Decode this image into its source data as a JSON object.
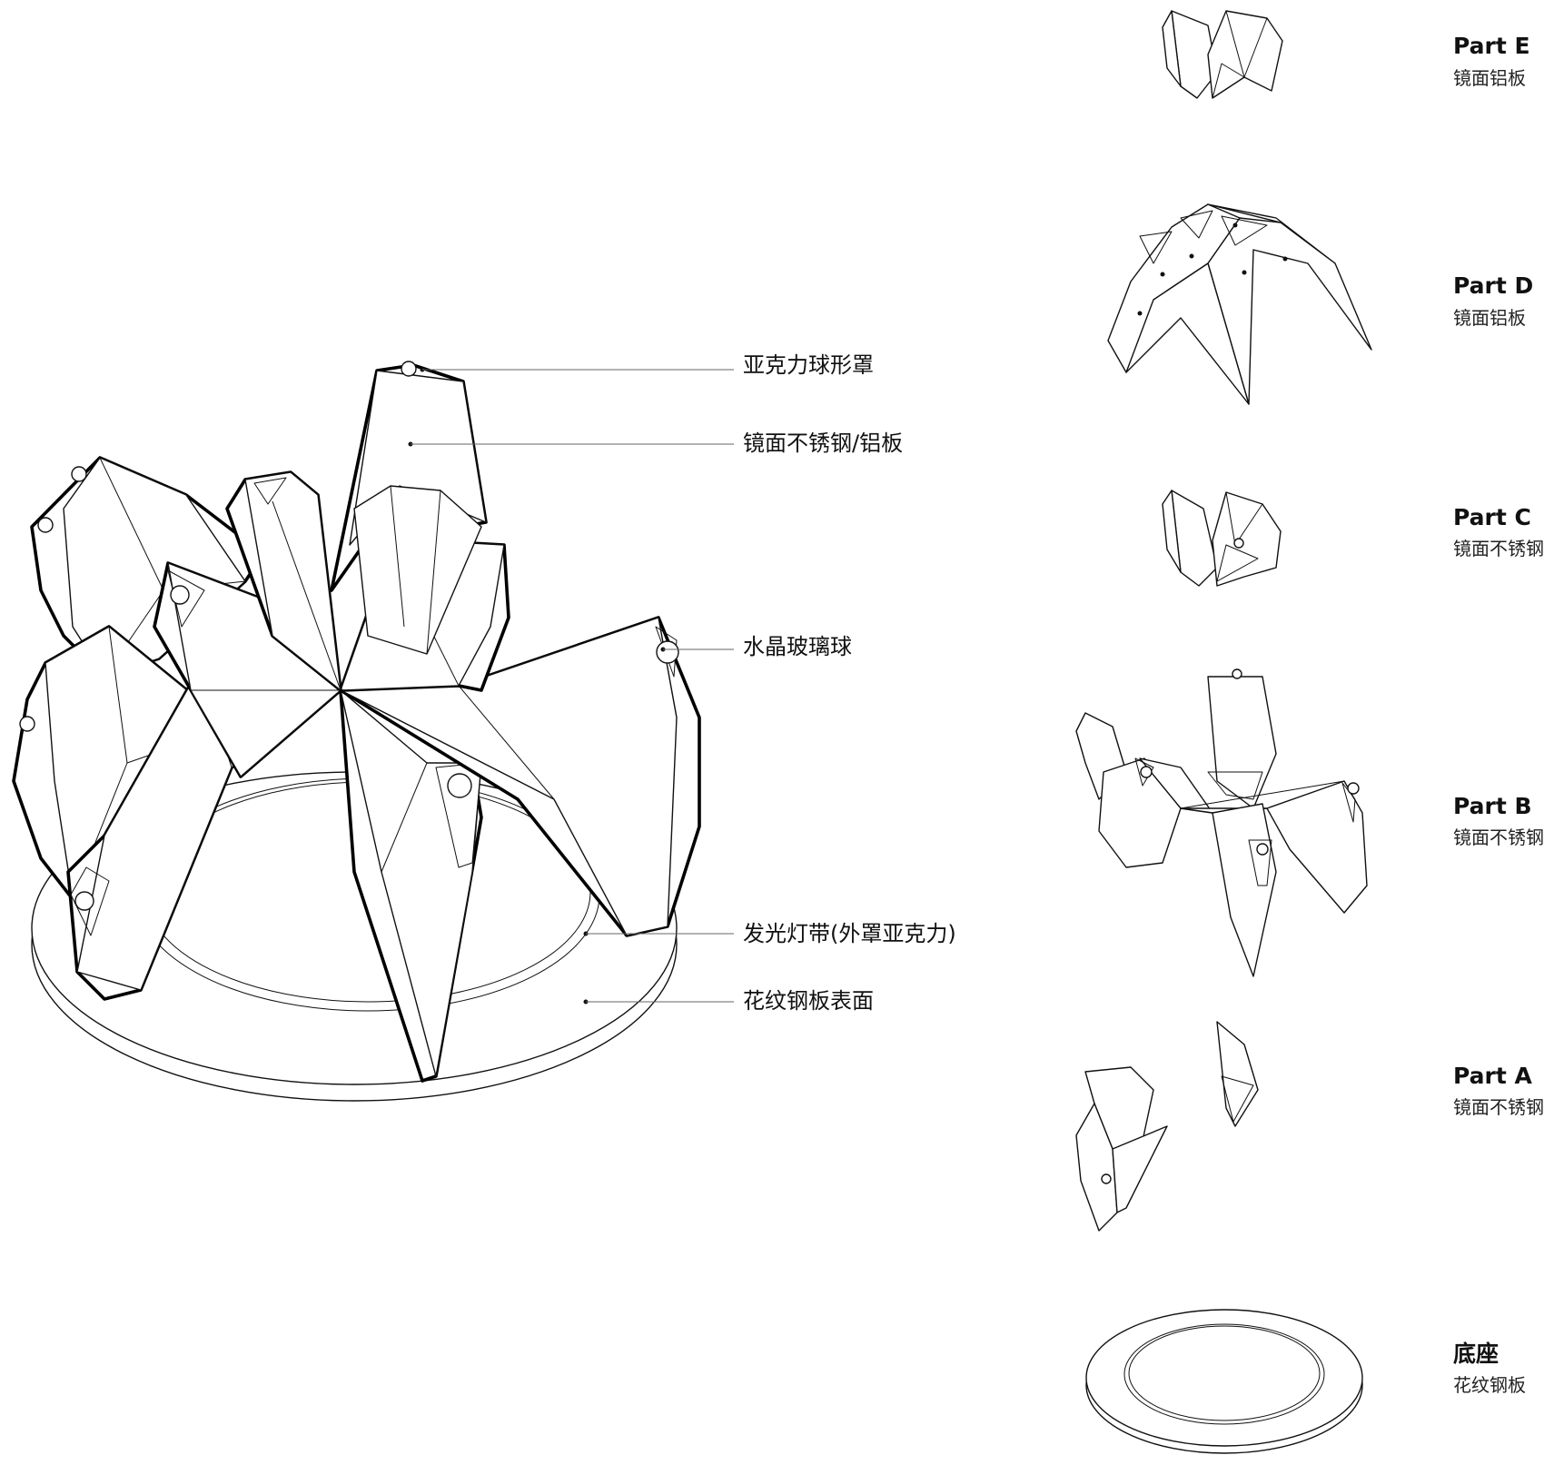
{
  "callouts": [
    {
      "id": "acrylic-dome",
      "label": "亚克力球形罩"
    },
    {
      "id": "mirror-panel",
      "label": "镜面不锈钢/铝板"
    },
    {
      "id": "crystal-ball",
      "label": "水晶玻璃球"
    },
    {
      "id": "light-strip",
      "label": "发光灯带(外罩亚克力)"
    },
    {
      "id": "steel-surface",
      "label": "花纹钢板表面"
    }
  ],
  "parts": [
    {
      "id": "part-e",
      "name": "Part E",
      "material": "镜面铝板"
    },
    {
      "id": "part-d",
      "name": "Part D",
      "material": "镜面铝板"
    },
    {
      "id": "part-c",
      "name": "Part C",
      "material": "镜面不锈钢"
    },
    {
      "id": "part-b",
      "name": "Part B",
      "material": "镜面不锈钢"
    },
    {
      "id": "part-a",
      "name": "Part A",
      "material": "镜面不锈钢"
    },
    {
      "id": "base",
      "name": "底座",
      "material": "花纹钢板"
    }
  ]
}
